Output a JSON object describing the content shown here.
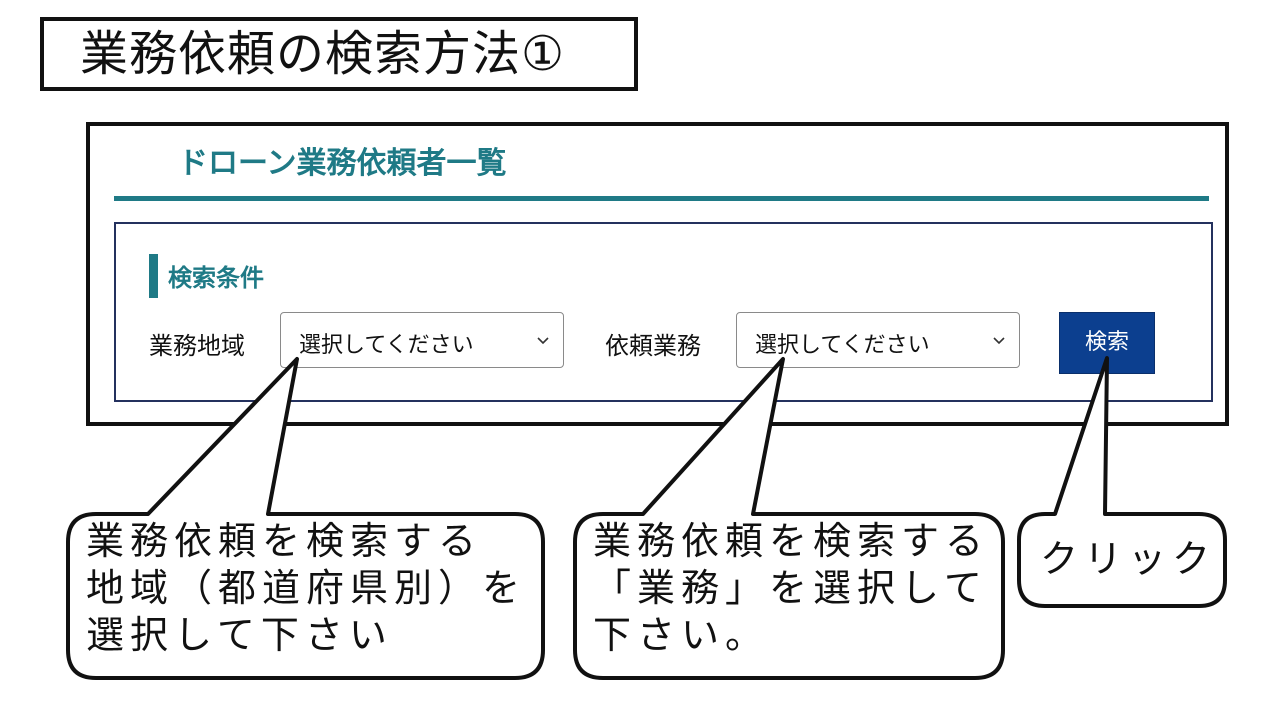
{
  "slide": {
    "title": "業務依頼の検索方法①"
  },
  "screen": {
    "page_heading": "ドローン業務依頼者一覧",
    "section_label": "検索条件",
    "area_label": "業務地域",
    "area_select_value": "選択してください",
    "task_label": "依頼業務",
    "task_select_value": "選択してください",
    "search_button_label": "検索"
  },
  "callouts": {
    "area": [
      "業務依頼を検索する",
      "地域（都道府県別）を",
      "選択して下さい"
    ],
    "task": [
      "業務依頼を検索する",
      "「業務」を選択して",
      "下さい。"
    ],
    "button": [
      "クリック"
    ]
  },
  "colors": {
    "accent_teal": "#1f7a86",
    "panel_border_navy": "#24315e",
    "button_blue": "#0c3f8f"
  }
}
